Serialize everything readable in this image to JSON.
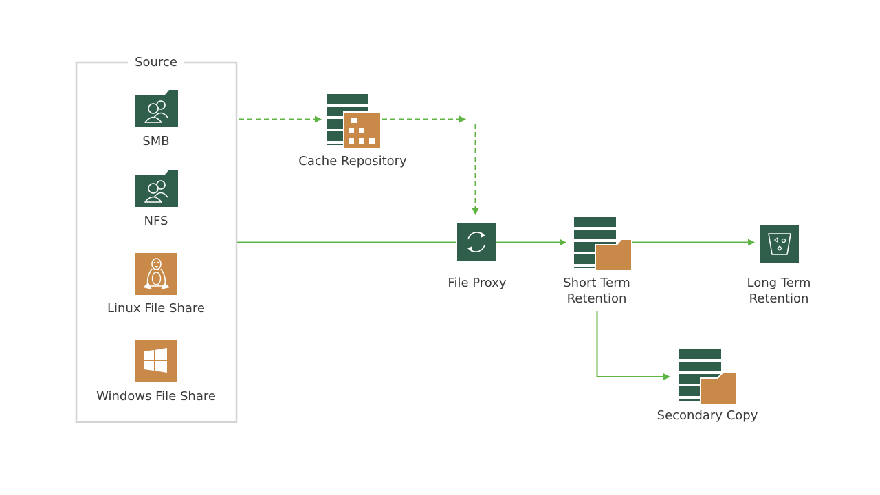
{
  "source": {
    "title": "Source",
    "items": [
      {
        "label": "SMB",
        "icon": "shared-folder-users-icon"
      },
      {
        "label": "NFS",
        "icon": "shared-folder-users-icon"
      },
      {
        "label": "Linux File Share",
        "icon": "linux-penguin-icon"
      },
      {
        "label": "Windows File Share",
        "icon": "windows-logo-icon"
      }
    ]
  },
  "nodes": {
    "cache_repository": {
      "label": "Cache Repository",
      "icon": "repository-grid-icon"
    },
    "file_proxy": {
      "label": "File Proxy",
      "icon": "sync-arrows-icon"
    },
    "short_term": {
      "line1": "Short Term",
      "line2": "Retention",
      "icon": "repository-folder-icon"
    },
    "long_term": {
      "line1": "Long Term",
      "line2": "Retention",
      "icon": "object-storage-bucket-icon"
    },
    "secondary_copy": {
      "label": "Secondary Copy",
      "icon": "repository-folder-icon"
    }
  },
  "colors": {
    "dark_green": "#2f5e4b",
    "orange": "#c98a49",
    "arrow_green": "#5fb544",
    "frame_gray": "#d4d4d4",
    "text": "#3a3a3a"
  }
}
